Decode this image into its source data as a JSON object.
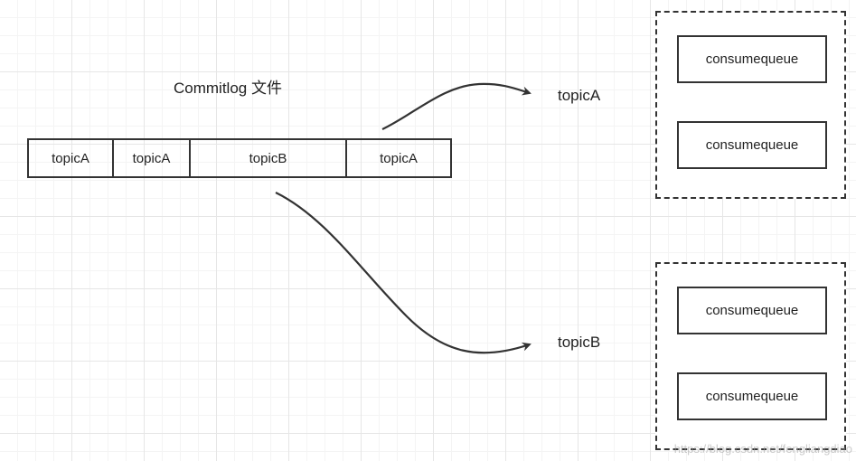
{
  "diagram": {
    "title": "Commitlog 文件",
    "commitlog_segments": [
      "topicA",
      "topicA",
      "topicB",
      "topicA"
    ],
    "targets": [
      {
        "label": "topicA",
        "queues": [
          "consumequeue",
          "consumequeue"
        ]
      },
      {
        "label": "topicB",
        "queues": [
          "consumequeue",
          "consumequeue"
        ]
      }
    ]
  },
  "watermark": "https://blog.csdn.net/fengliangdiao"
}
